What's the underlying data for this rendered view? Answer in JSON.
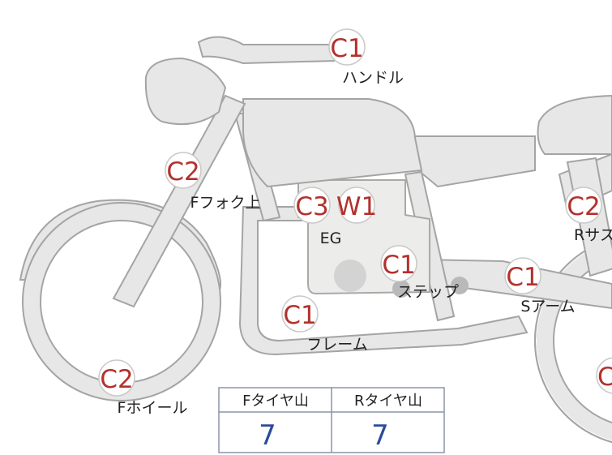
{
  "markers": [
    {
      "id": "handle",
      "code": "C1",
      "label": "ハンドル"
    },
    {
      "id": "ffork",
      "code": "C2",
      "label": "Fフォク上"
    },
    {
      "id": "eg",
      "code": "C3",
      "code2": "W1",
      "label": "EG"
    },
    {
      "id": "step",
      "code": "C1",
      "label": "ステップ"
    },
    {
      "id": "frame",
      "code": "C1",
      "label": "フレーム"
    },
    {
      "id": "fwheel",
      "code": "C2",
      "label": "Fホイール"
    },
    {
      "id": "rsus",
      "code": "C2",
      "label": "Rサス"
    },
    {
      "id": "sarm",
      "code": "C1",
      "label": "Sアーム"
    },
    {
      "id": "rwheel",
      "code": "C"
    }
  ],
  "tire_table": {
    "headers": [
      "Fタイヤ山",
      "Rタイヤ山"
    ],
    "values": [
      "7",
      "7"
    ]
  },
  "colors": {
    "body_fill": "#e6e7e6",
    "outline": "#a3a5a3",
    "marker_text": "#b3312d",
    "table_value": "#2a4c9a"
  }
}
